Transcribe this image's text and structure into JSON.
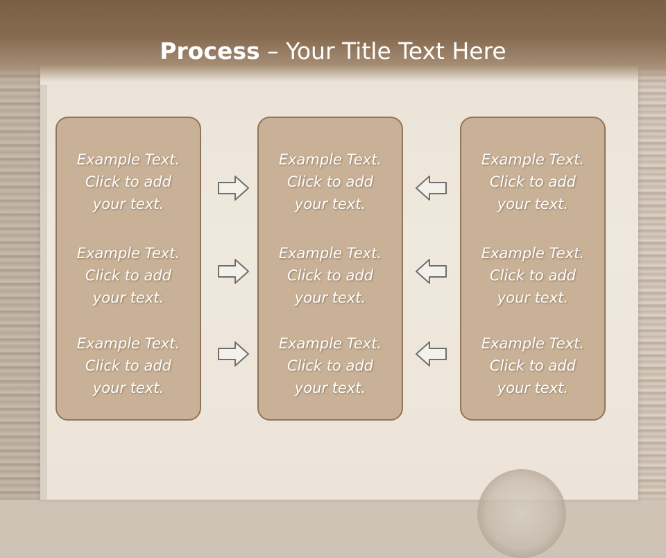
{
  "slide": {
    "title_bold": "Process",
    "title_rest": " – Your Title Text Here"
  },
  "columns": [
    {
      "blocks": [
        "Example Text.\nClick  to add\nyour text.",
        "Example Text.\nClick  to add\nyour text.",
        "Example Text.\nClick  to add\nyour text."
      ]
    },
    {
      "blocks": [
        "Example Text.\nClick  to add\nyour text.",
        "Example Text.\nClick  to add\nyour text.",
        "Example Text.\nClick  to add\nyour text."
      ]
    },
    {
      "blocks": [
        "Example Text.\nClick  to add\nyour text.",
        "Example Text.\nClick  to add\nyour text.",
        "Example Text.\nClick  to add\nyour text."
      ]
    }
  ],
  "arrows": {
    "left_group": [
      "arrow-right-icon",
      "arrow-right-icon",
      "arrow-right-icon"
    ],
    "right_group": [
      "arrow-left-icon",
      "arrow-left-icon",
      "arrow-left-icon"
    ]
  },
  "colors": {
    "header": "#7a5f46",
    "panel_fill": "#c8b196",
    "panel_border": "#8f7559",
    "text": "#ffffff"
  }
}
